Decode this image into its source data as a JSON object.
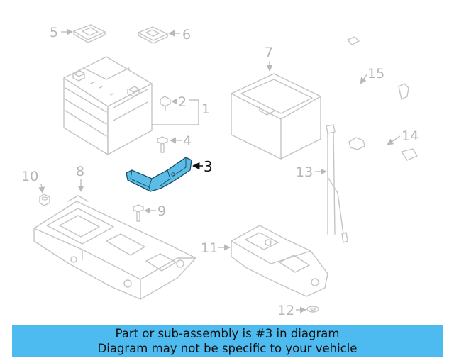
{
  "diagram": {
    "callouts": {
      "c1": "1",
      "c2": "2",
      "c3": "3",
      "c4": "4",
      "c5": "5",
      "c6": "6",
      "c7": "7",
      "c8": "8",
      "c9": "9",
      "c10": "10",
      "c11": "11",
      "c12": "12",
      "c13": "13",
      "c14": "14",
      "c15": "15"
    },
    "highlighted_part": "3",
    "highlight_color": "#5bbce6",
    "line_color": "#c4c4c4"
  },
  "banner": {
    "line1": "Part or sub-assembly is #3 in diagram",
    "line2": "Diagram may not be specific to your vehicle",
    "color": "#4dbbf0"
  }
}
